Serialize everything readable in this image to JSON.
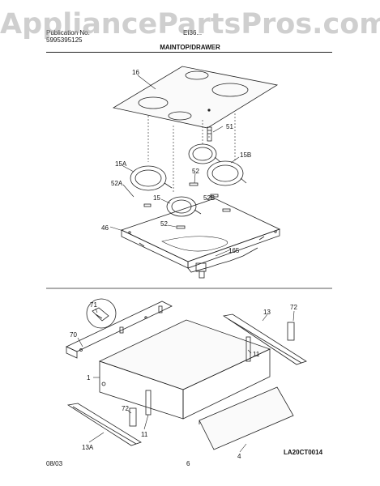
{
  "watermark": "AppliancePartsPros.com",
  "header": {
    "publication_label": "Publication No.",
    "publication_number": "5995395125",
    "model": "EI36...",
    "section_title": "MAINTOP/DRAWER"
  },
  "callouts": {
    "c16": "16",
    "c51": "51",
    "c15B": "15B",
    "c15A": "15A",
    "c52": "52",
    "c52A": "52A",
    "c15": "15",
    "c52B": "52B",
    "c52b": "52",
    "c46": "46",
    "c165": "165",
    "c71": "71",
    "c70": "70",
    "c13": "13",
    "c72": "72",
    "c11": "11",
    "c1": "1",
    "c72b": "72",
    "c11b": "11",
    "c13A": "13A",
    "c4": "4"
  },
  "diagram_code": "LA20CT0014",
  "footer": {
    "date": "08/03",
    "page": "6"
  }
}
